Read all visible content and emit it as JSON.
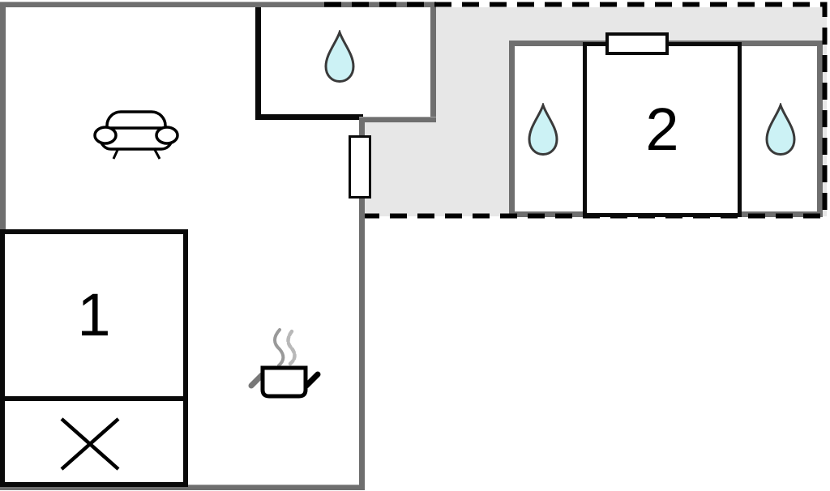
{
  "colors": {
    "wall_gray": "#6f6f6f",
    "wall_black": "#0a0a0a",
    "terrace_fill": "#e7e7e7",
    "drop_fill": "#ccf2f5",
    "drop_stroke": "#3a3a3a",
    "steam_gray": "#999999",
    "steam_light": "#b8b8b8",
    "handle_gray": "#787878"
  },
  "labels": {
    "bedroom1": "1",
    "bedroom2": "2"
  },
  "floor_plan": {
    "areas": [
      {
        "id": "living-room",
        "features": [
          "sofa-icon",
          "cooking-pot-icon",
          "radiator-icon"
        ]
      },
      {
        "id": "bathroom-top",
        "features": [
          "water-drop-icon"
        ]
      },
      {
        "id": "bedroom-1",
        "label": "1",
        "features": [
          "closet-x-icon"
        ]
      },
      {
        "id": "terrace",
        "outline": "dashed"
      },
      {
        "id": "annex-left-bath",
        "features": [
          "water-drop-icon"
        ]
      },
      {
        "id": "bedroom-2",
        "label": "2",
        "features": [
          "window-icon"
        ]
      },
      {
        "id": "annex-right-bath",
        "features": [
          "water-drop-icon"
        ]
      }
    ]
  }
}
